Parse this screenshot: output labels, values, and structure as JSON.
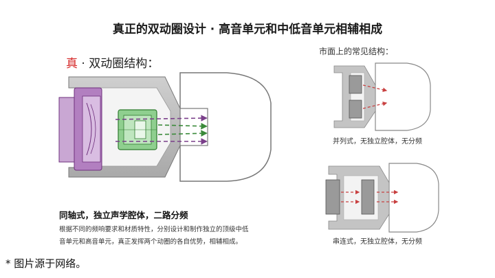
{
  "title": "真正的双动圈设计 · 高音单元和中低音单元相辅相成",
  "left": {
    "heading_accent": "真",
    "heading_rest": " · 双动圈结构：",
    "caption_bold": "同轴式，独立声学腔体，二路分频",
    "description_line1": "根据不同的频响要求和材质特性，分别设计和制作独立的顶级中低",
    "description_line2": "音单元和高音单元，真正发挥两个动圈的各自优势，相辅相成。"
  },
  "right": {
    "heading": "市面上的常见结构：",
    "parallel_caption": "并列式，无独立腔体，无分频",
    "series_caption": "串连式，无独立腔体，无分频"
  },
  "footnote": "* 图片源于网络。",
  "colors": {
    "accent_red": "#d62a2a",
    "woofer_purple": "#9a4fa8",
    "tweeter_green": "#3f9a3f",
    "arrow_red": "#c84040"
  }
}
